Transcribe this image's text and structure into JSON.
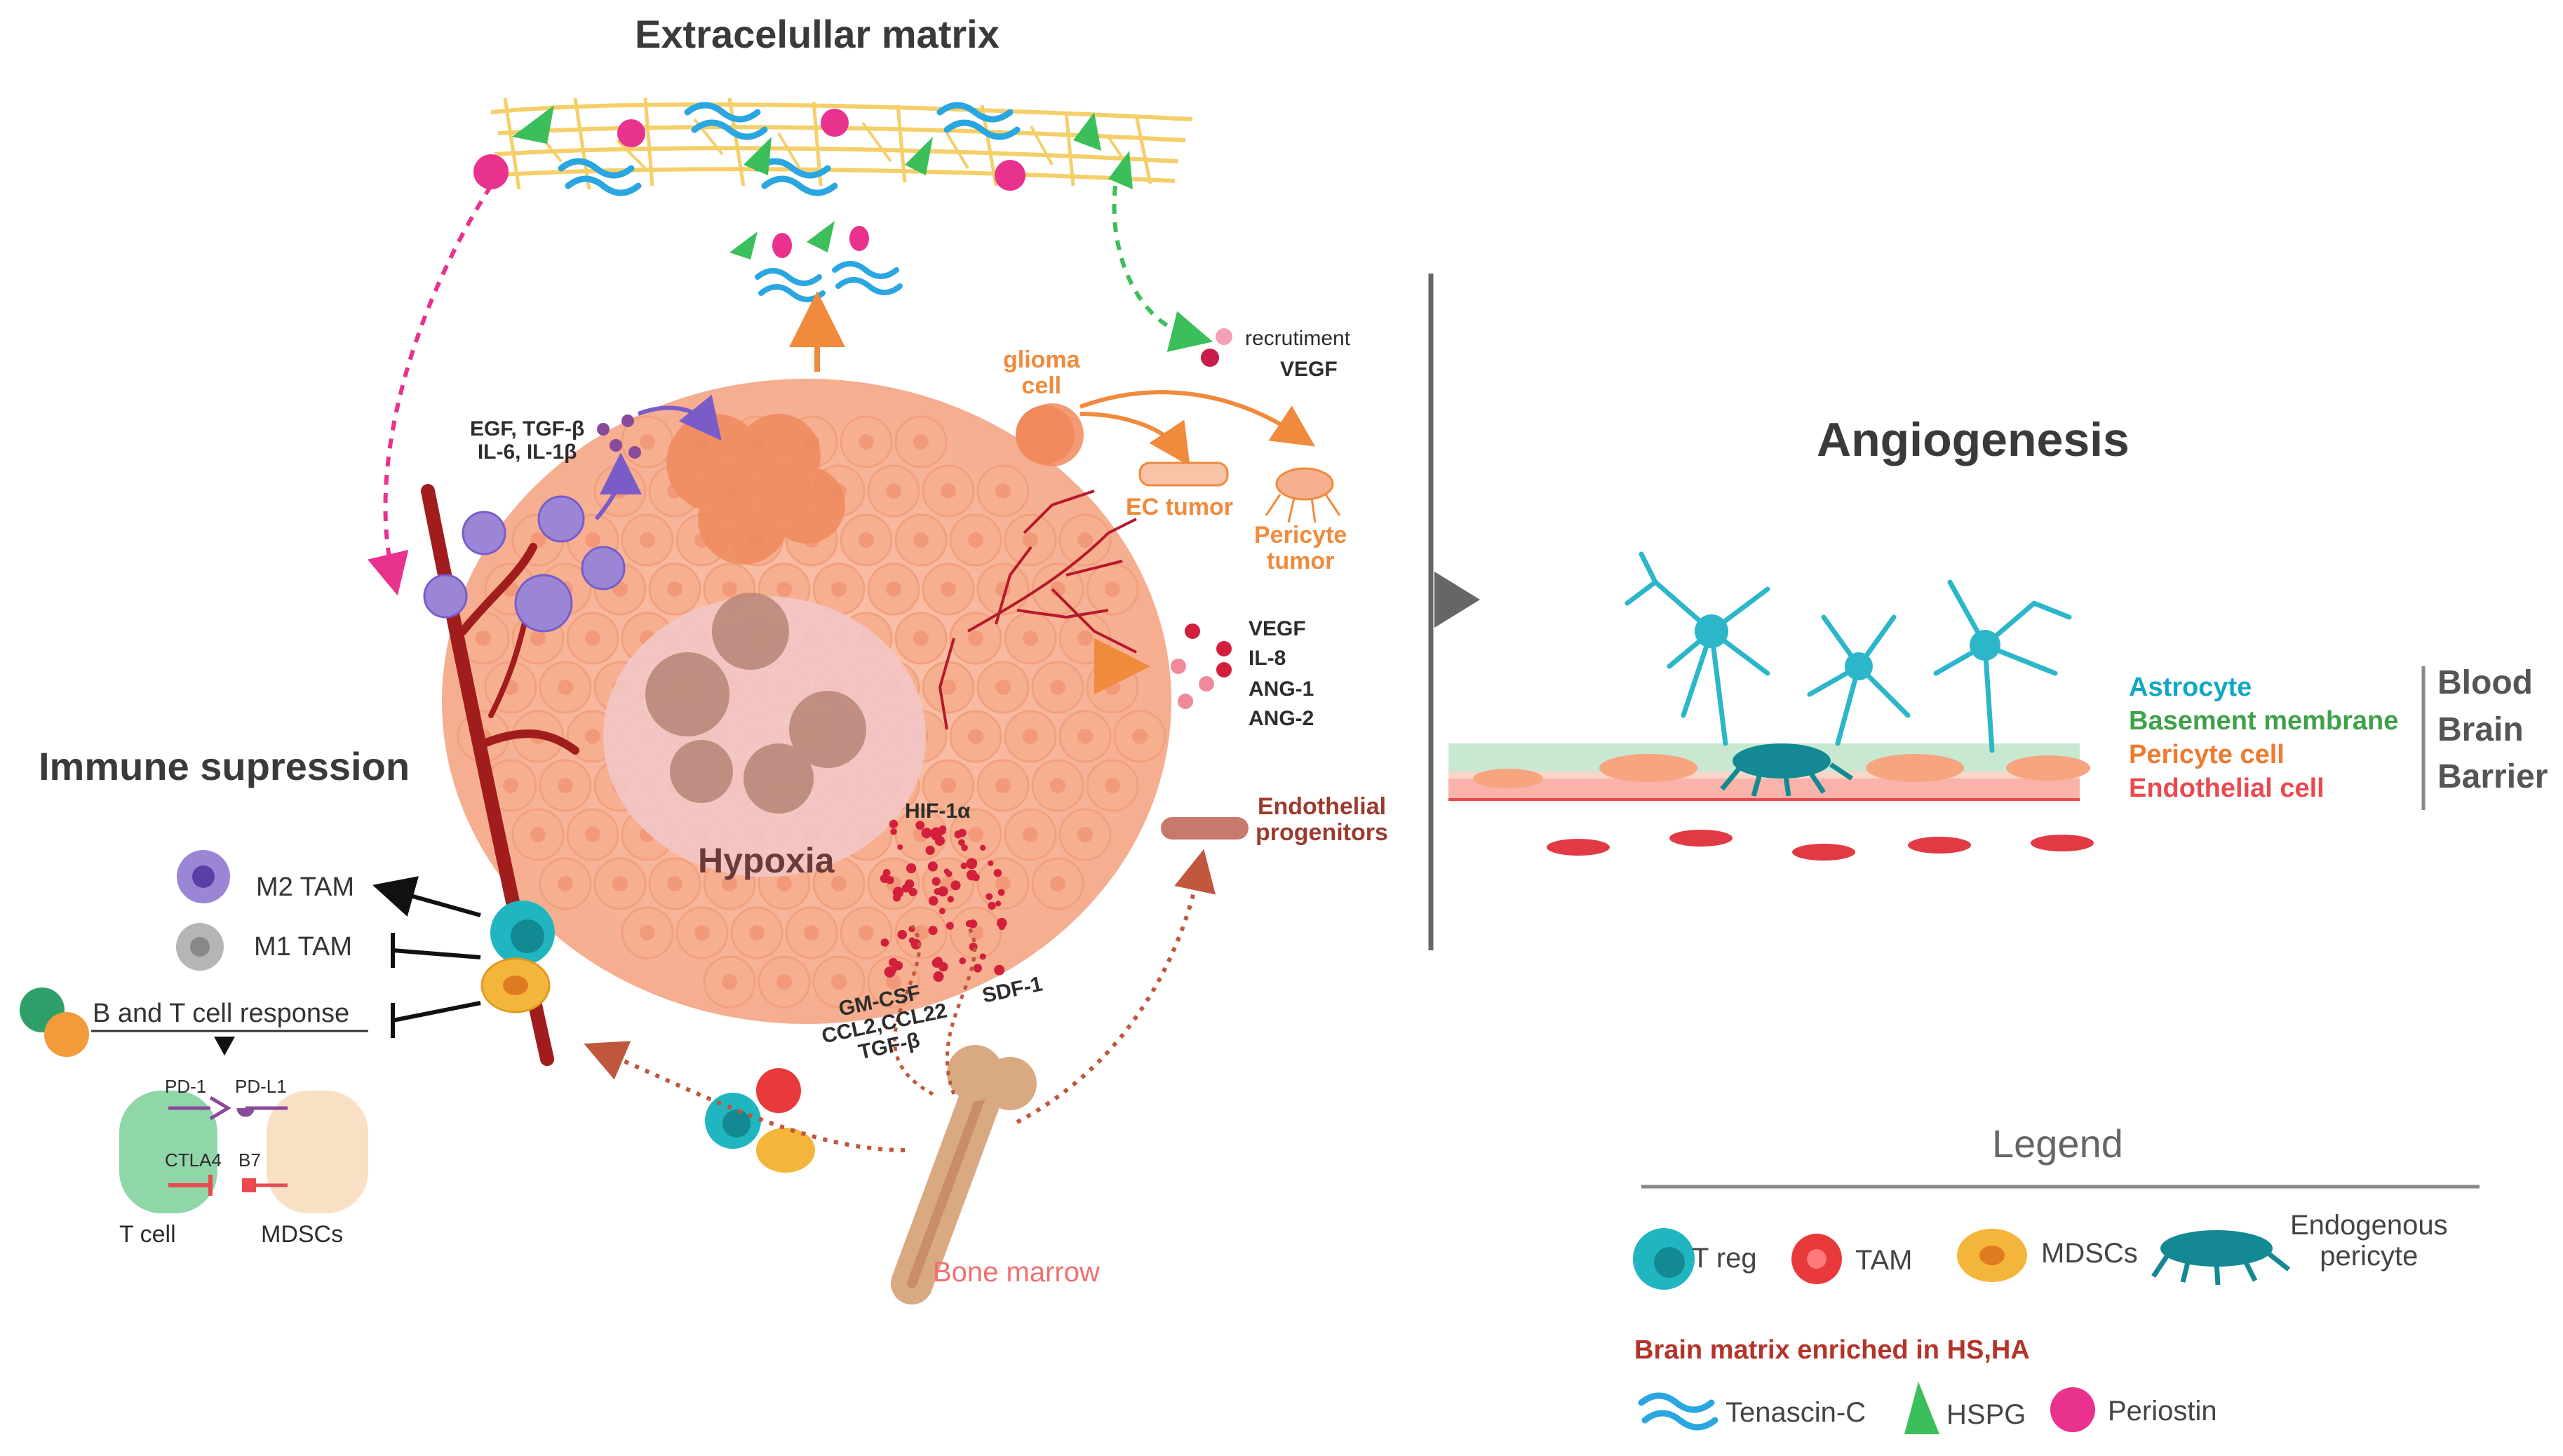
{
  "titles": {
    "ecm": "Extracelullar matrix",
    "angiogenesis": "Angiogenesis",
    "immune": "Immune supression",
    "hypoxia": "Hypoxia"
  },
  "tumor_labels": {
    "glioma_cell": "glioma\ncell",
    "recruitment": "recrutiment",
    "vegf_top": "VEGF",
    "ec_tumor": "EC tumor",
    "pericyte_tumor": "Pericyte\ntumor",
    "growth_factors": "EGF, TGF-β\nIL-6, IL-1β",
    "secreted": [
      "VEGF",
      "IL-8",
      "ANG-1",
      "ANG-2"
    ],
    "hif": "HIF-1α",
    "endothelial_progenitors": "Endothelial\nprogenitors",
    "cytokines": "GM-CSF\nCCL2,CCL22\nTGF-β",
    "sdf": "SDF-1",
    "bone_marrow": "Bone marrow"
  },
  "immune_labels": {
    "m2": "M2 TAM",
    "m1": "M1 TAM",
    "bt": "B and T cell response",
    "pd1": "PD-1",
    "pdl1": "PD-L1",
    "ctla4": "CTLA4",
    "b7": "B7",
    "tcell": "T cell",
    "mdscs": "MDSCs"
  },
  "bbb": {
    "astrocyte": "Astrocyte",
    "basement": "Basement membrane",
    "pericyte": "Pericyte cell",
    "endothelial": "Endothelial cell",
    "words": [
      "Blood",
      "Brain",
      "Barrier"
    ]
  },
  "legend": {
    "title": "Legend",
    "treg": "T reg",
    "tam": "TAM",
    "mdscs": "MDSCs",
    "endogenous": "Endogenous\npericyte",
    "brain_matrix": "Brain matrix enriched in HS,HA",
    "tenascin": "Tenascin-C",
    "hspg": "HSPG",
    "periostin": "Periostin"
  },
  "colors": {
    "tumor": "#f7b49a",
    "tumor_dark": "#f08a5d",
    "vessel": "#a11c1c",
    "ecm_fiber": "#f4cf6a",
    "treg": "#20b6c0",
    "tam": "#e83a3a",
    "mdsc": "#f3b63a",
    "pericyte_endo": "#138a93",
    "astrocyte": "#2bb7c9",
    "tenascin": "#2aa6e0",
    "hspg": "#3bbf5a",
    "periostin": "#e8328e"
  }
}
